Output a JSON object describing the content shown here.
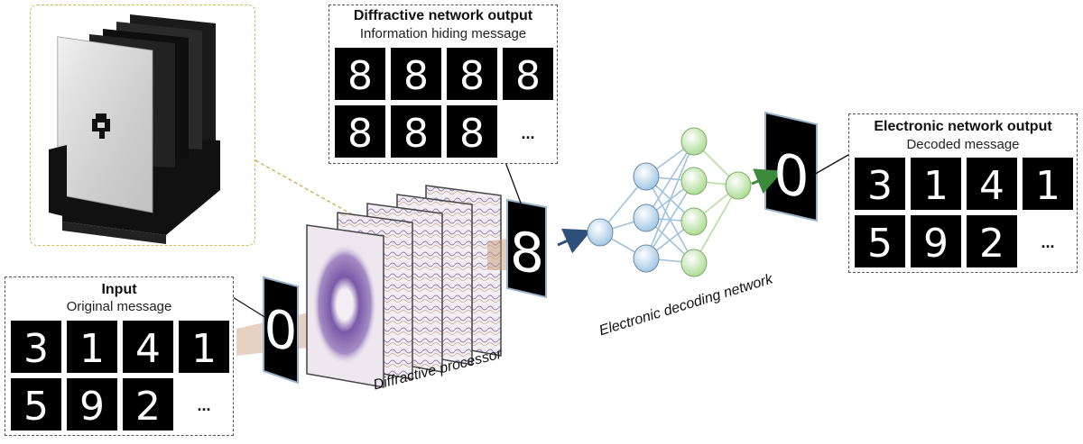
{
  "input_panel": {
    "title": "Input",
    "subtitle": "Original message",
    "digits": [
      "3",
      "1",
      "4",
      "1",
      "5",
      "9",
      "2"
    ],
    "ellipsis": "..."
  },
  "diffractive_output_panel": {
    "title": "Diffractive  network output",
    "subtitle": "Information  hiding message",
    "digits": [
      "8",
      "8",
      "8",
      "8",
      "8",
      "8",
      "8"
    ],
    "ellipsis": "..."
  },
  "electronic_output_panel": {
    "title": "Electronic network output",
    "subtitle": "Decoded message",
    "digits": [
      "3",
      "1",
      "4",
      "1",
      "5",
      "9",
      "2"
    ],
    "ellipsis": "..."
  },
  "labels": {
    "diffractive_processor": "Diffractive processor",
    "electronic_decoding_network": "Electronic decoding network"
  },
  "single_digits": {
    "input": "0",
    "diffractive": "8",
    "decoded": "0"
  },
  "colors": {
    "photo_frame": "#d8b85a",
    "arrow_blue": "#2d4f7a",
    "arrow_green": "#3c8a3c",
    "node_blue": "#cfe3f3",
    "node_green": "#d7efc8",
    "beam": "#c79b7a"
  }
}
